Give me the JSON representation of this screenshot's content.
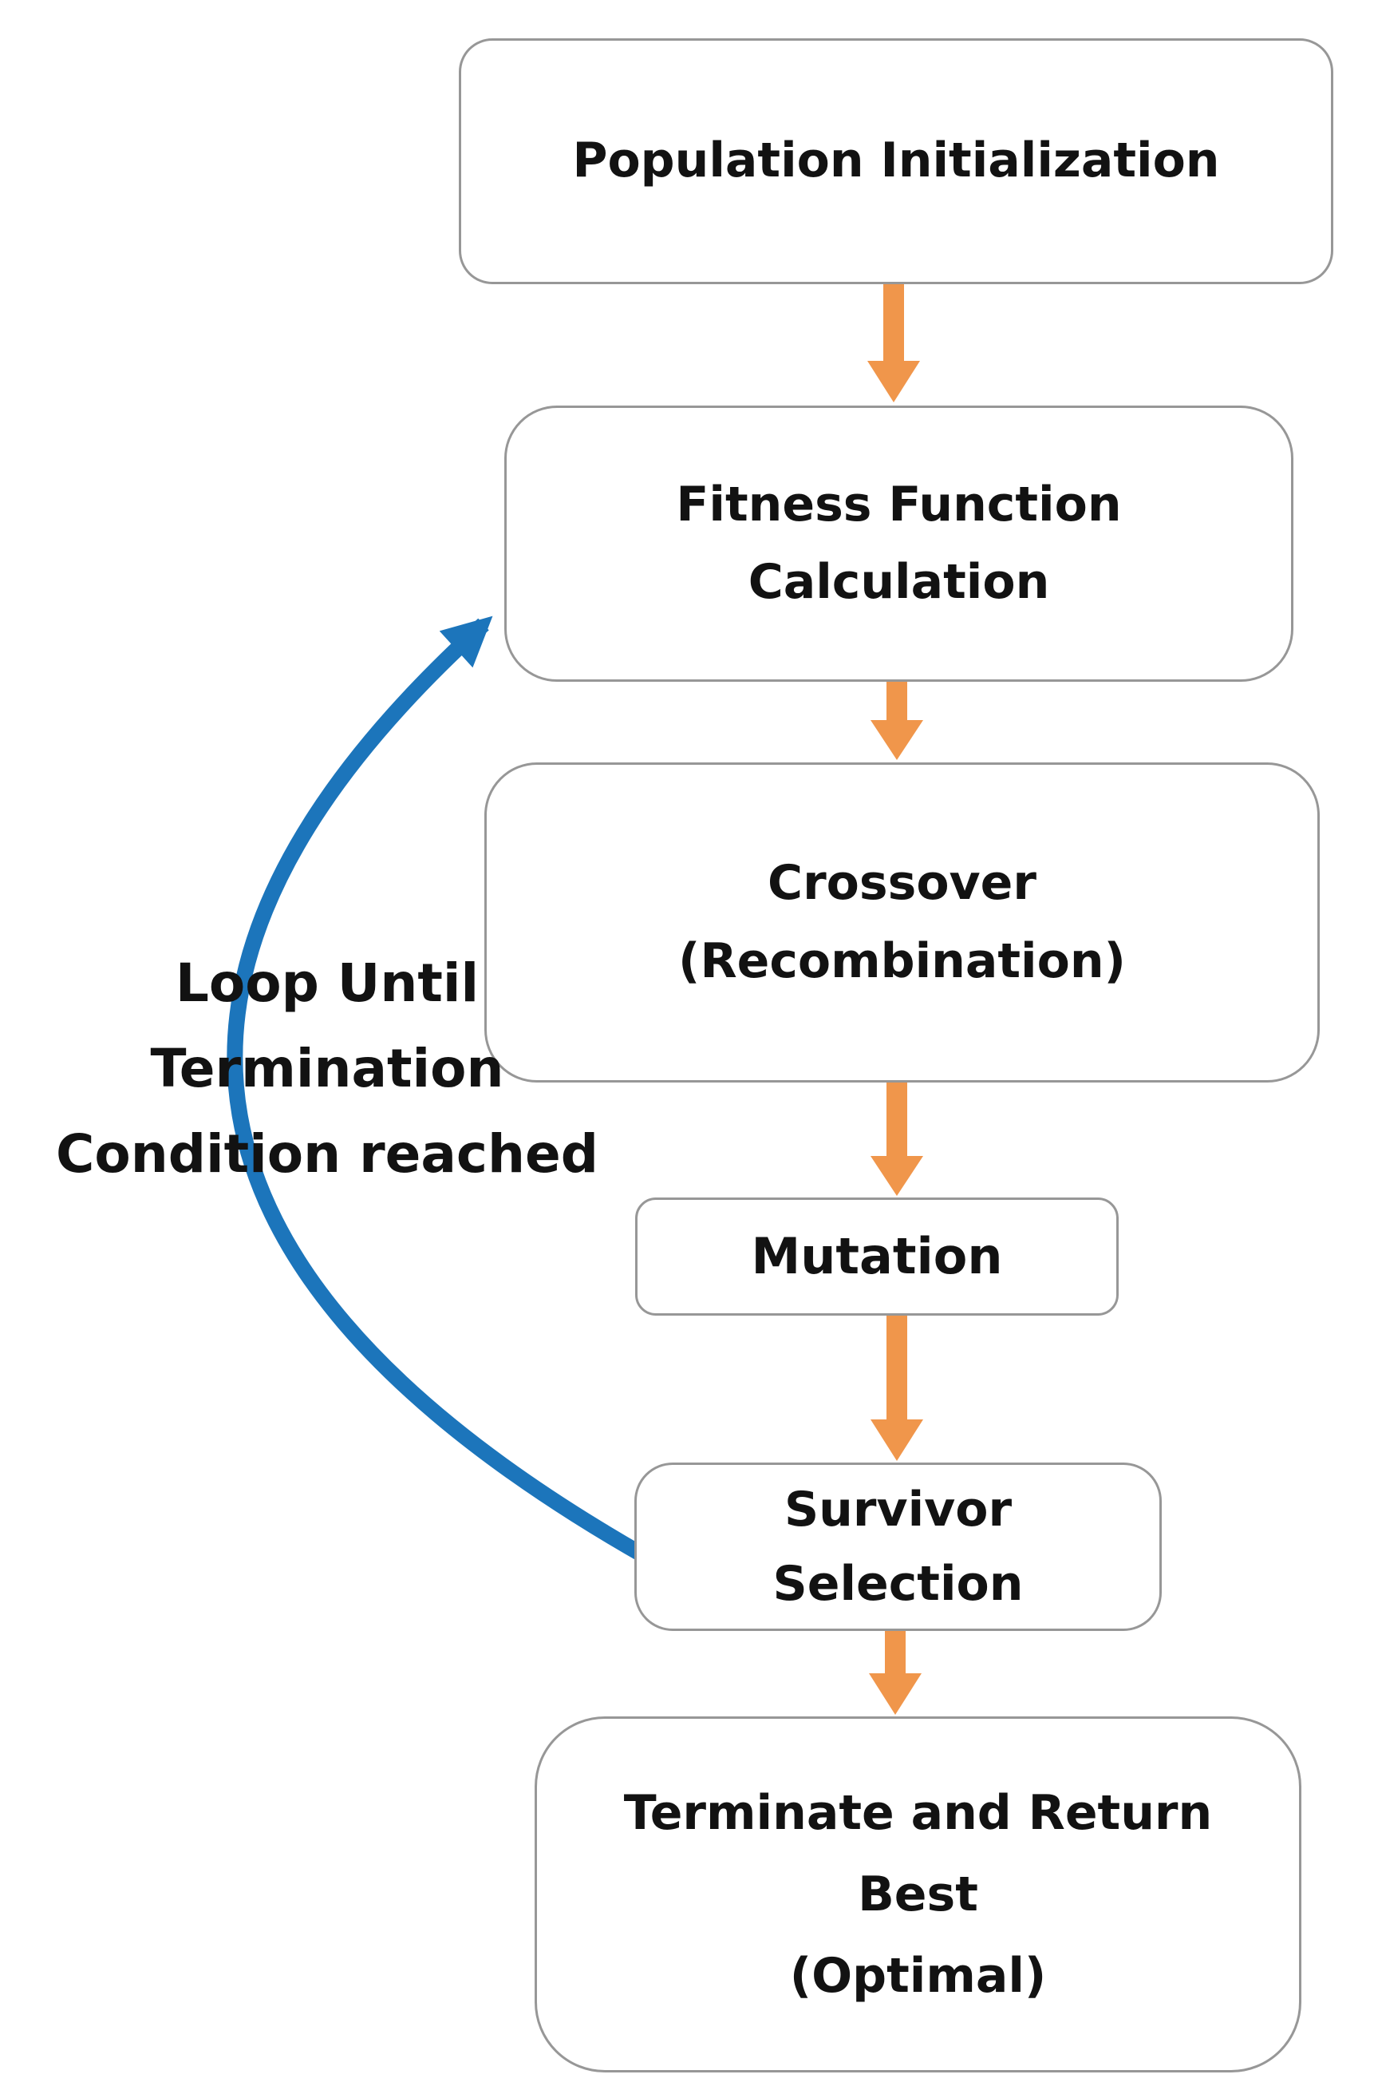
{
  "nodes": [
    {
      "id": "population-initialization",
      "lines": [
        "Population Initialization"
      ]
    },
    {
      "id": "fitness-function-calculation",
      "lines": [
        "Fitness Function",
        "Calculation"
      ]
    },
    {
      "id": "crossover-recombination",
      "lines": [
        "Crossover",
        "(Recombination)"
      ]
    },
    {
      "id": "mutation",
      "lines": [
        "Mutation"
      ]
    },
    {
      "id": "survivor-selection",
      "lines": [
        "Survivor",
        "Selection"
      ]
    },
    {
      "id": "terminate-return-best",
      "lines": [
        "Terminate and Return",
        "Best",
        "(Optimal)"
      ]
    }
  ],
  "loop": {
    "lines": [
      "Loop Until",
      "Termination",
      "Condition reached"
    ]
  },
  "colors": {
    "arrow_orange": "#F0964B",
    "loop_blue": "#1C75BB",
    "box_border": "#979797",
    "text": "#121212"
  }
}
